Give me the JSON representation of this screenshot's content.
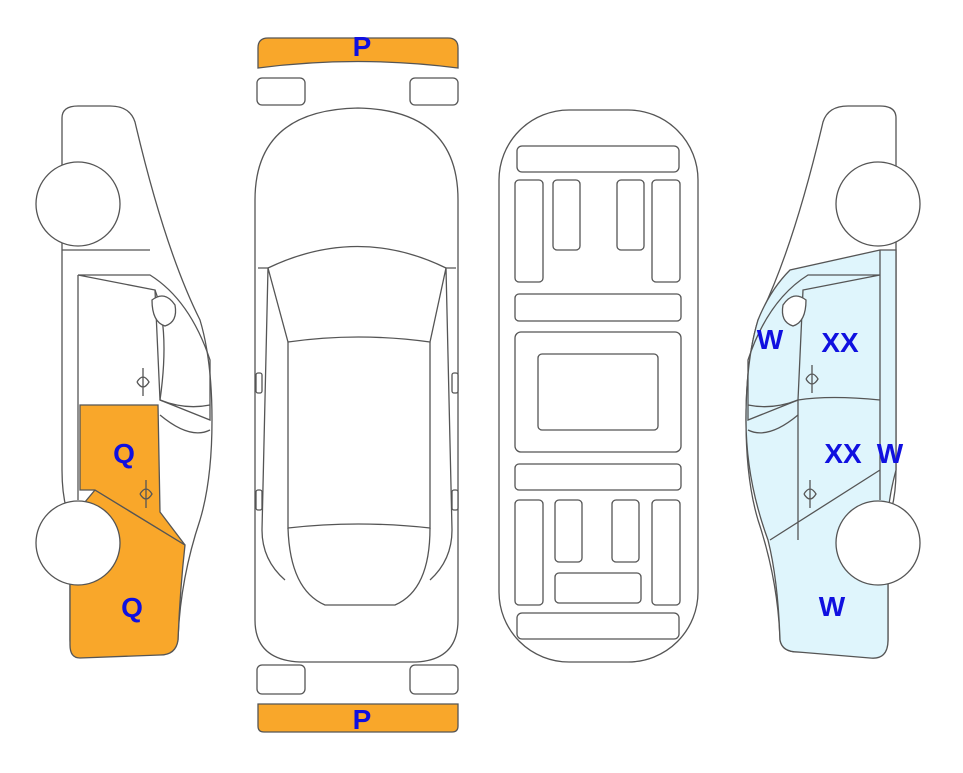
{
  "colors": {
    "orange": "#F9A72A",
    "blue": "#DFF5FC",
    "label": "#1010E0",
    "outline": "#555555"
  },
  "labels": {
    "front_bumper": "P",
    "rear_bumper": "P",
    "left_front_door": "Q",
    "left_front_fender": "Q",
    "right_a_pillar": "W",
    "right_rear_door": "XX",
    "right_front_door": "XX",
    "right_b_pillar": "W",
    "right_front_fender": "W"
  }
}
